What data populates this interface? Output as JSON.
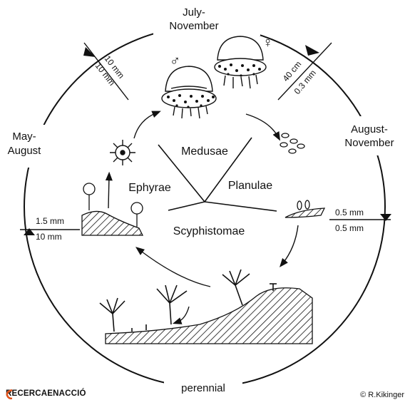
{
  "diagram": {
    "seasons": {
      "medusae": [
        "July-",
        "November"
      ],
      "planulae": [
        "August-",
        "November"
      ],
      "ephyrae": [
        "May-",
        "August"
      ],
      "scyphistomae": "perennial"
    },
    "sizes": {
      "medusa_ephyra": {
        "top": "10 mm",
        "bottom": "10 mm"
      },
      "medusa_planula": {
        "top": "40 cm",
        "bottom": "0.3 mm"
      },
      "planula_polyp": {
        "top": "0.5 mm",
        "bottom": "0.5 mm"
      },
      "ephyra_polyp": {
        "top": "1.5 mm",
        "bottom": "10 mm"
      }
    },
    "stages": {
      "medusae": "Medusae",
      "planulae": "Planulae",
      "ephyrae": "Ephyrae",
      "scyphistomae": "Scyphistomae"
    },
    "sex_symbols": {
      "male": "♂",
      "female": "♀"
    }
  },
  "footer": {
    "logo_text": "RECERCAENACCIÓ",
    "credit": "© R.Kikinger"
  },
  "colors": {
    "ink": "#111111",
    "logo_accent": "#e2531b"
  }
}
